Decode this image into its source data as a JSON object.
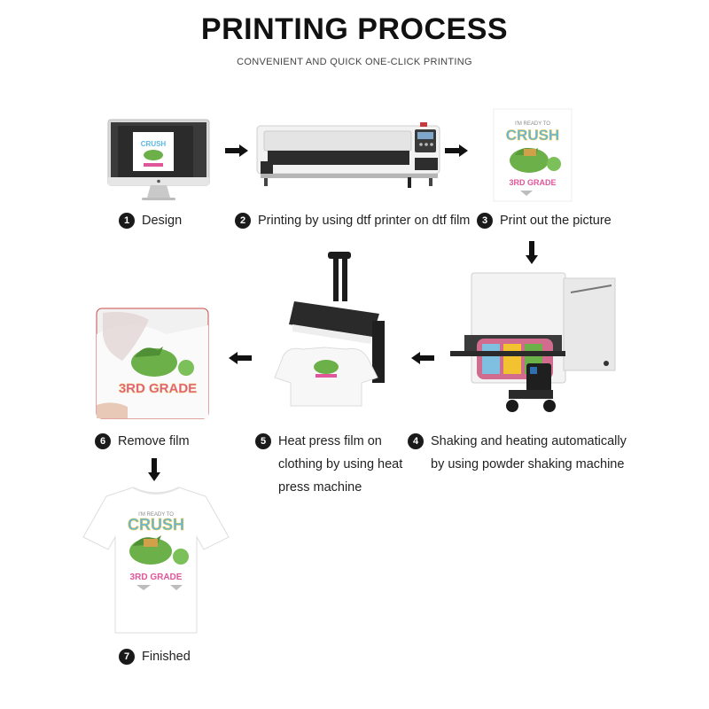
{
  "header": {
    "title": "PRINTING PROCESS",
    "subtitle": "CONVENIENT AND QUICK ONE-CLICK PRINTING"
  },
  "steps": [
    {
      "number": "1",
      "label": "Design"
    },
    {
      "number": "2",
      "label": "Printing by using dtf printer on dtf film"
    },
    {
      "number": "3",
      "label": "Print out the picture"
    },
    {
      "number": "4",
      "label": "Shaking and heating automatically by using powder shaking machine"
    },
    {
      "number": "5",
      "label": "Heat press film on clothing by using heat press machine"
    },
    {
      "number": "6",
      "label": "Remove film"
    },
    {
      "number": "7",
      "label": "Finished"
    }
  ],
  "artwork": {
    "line1": "I'M READY TO",
    "line2": "CRUSH",
    "line3": "3RD GRADE"
  },
  "colors": {
    "arrow": "#111111",
    "crush_blue": "#5bb8e6",
    "crush_yellow": "#f2c230",
    "grade_pink": "#e0569a",
    "dino_green": "#6cb04a"
  },
  "icons": [
    "computer-monitor-icon",
    "dtf-printer-icon",
    "printed-film-icon",
    "powder-shaker-icon",
    "heat-press-icon",
    "peel-film-icon",
    "t-shirt-icon",
    "arrow-right-icon",
    "arrow-left-icon",
    "arrow-down-icon"
  ]
}
